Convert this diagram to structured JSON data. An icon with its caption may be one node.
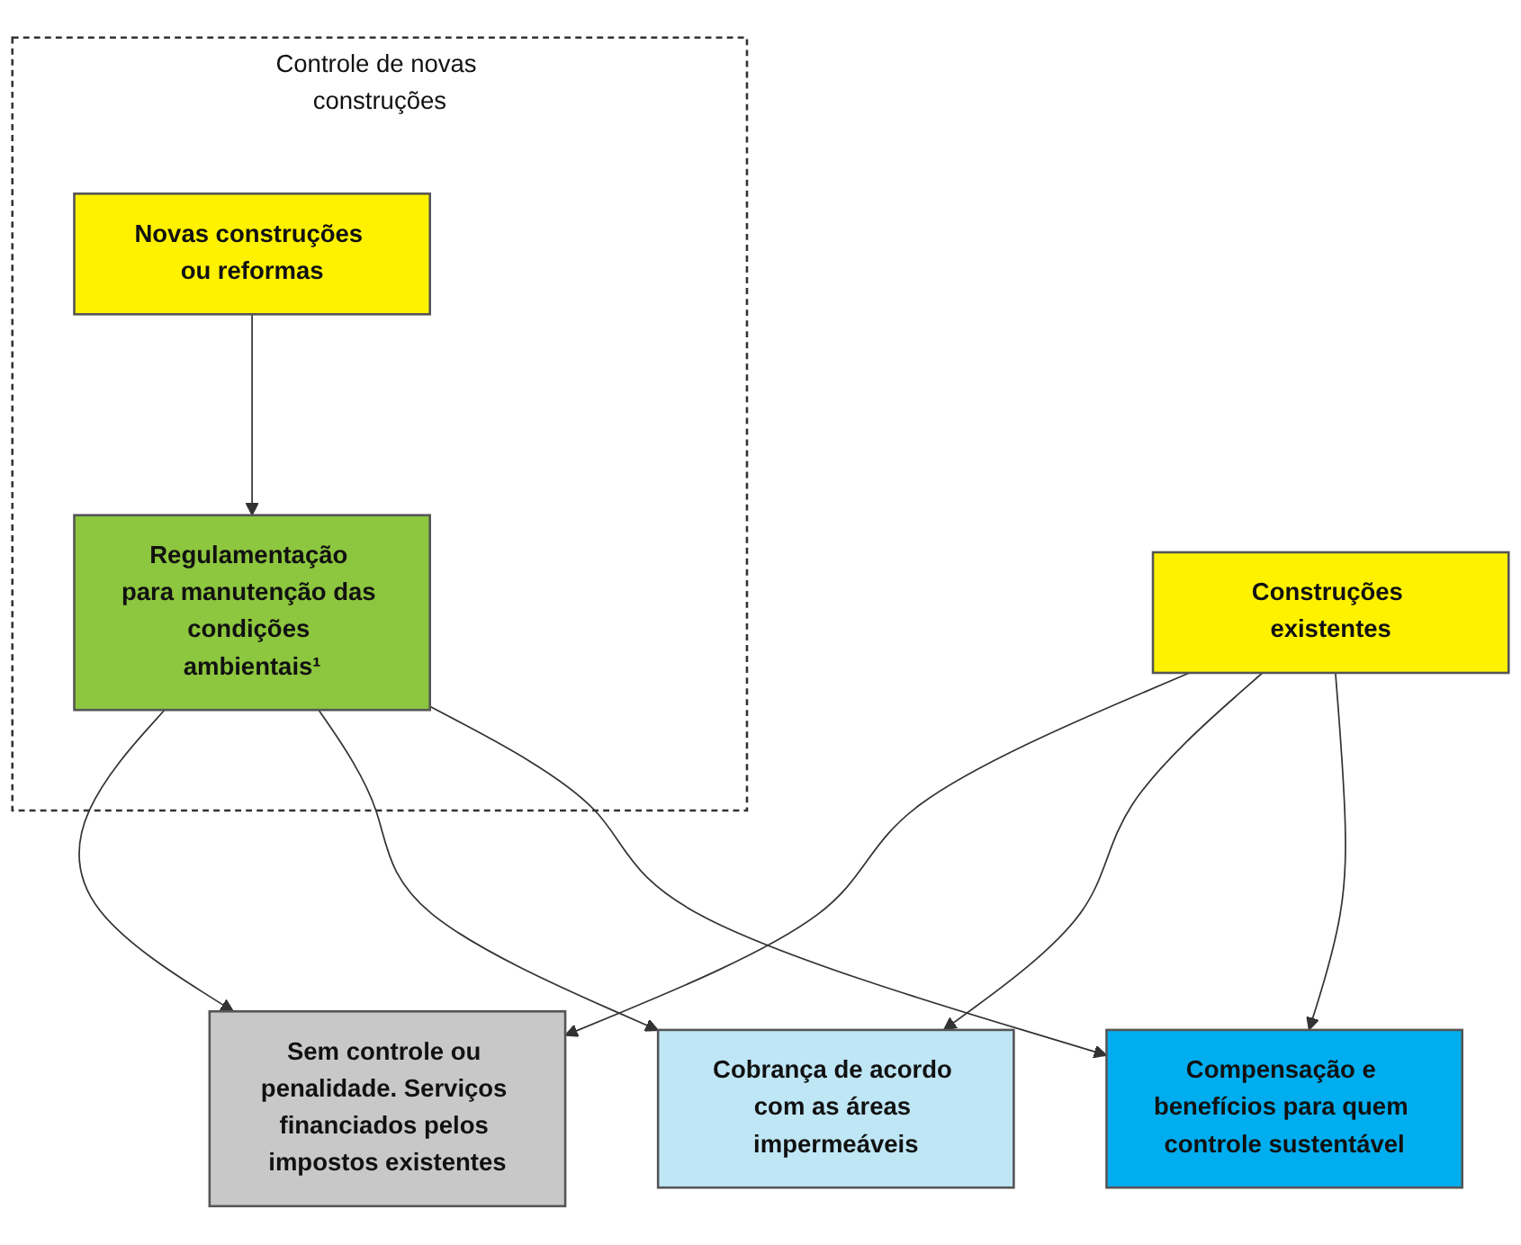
{
  "diagram": {
    "nodes": [
      {
        "text": [
          "Controle de novas construções"
        ]
      },
      {
        "text": [
          "Novas construções ou reformas"
        ],
        "in": 0
      },
      {
        "text": [
          "Regulamentação para manutenção das condições ambientais¹"
        ],
        "in": 0
      },
      {
        "text": [
          "Construções existentes"
        ]
      },
      {
        "text": [
          "Sem controle ou penalidade. Serviços financiados pelos impostos existentes"
        ]
      },
      {
        "text": [
          "Cobrança de acordo com as áreas impermeáveis"
        ]
      },
      {
        "text": [
          "Compensação e benefícios para quem controle sustentável"
        ]
      }
    ],
    "edges": [
      {
        "from": 1,
        "to": 2,
        "arrow": "to"
      },
      {
        "from": 2,
        "to": 4,
        "arrow": "to"
      },
      {
        "from": 2,
        "to": 5,
        "arrow": "to"
      },
      {
        "from": 2,
        "to": 6,
        "arrow": "to"
      },
      {
        "from": 3,
        "to": 4,
        "arrow": "to"
      },
      {
        "from": 3,
        "to": 5,
        "arrow": "to"
      },
      {
        "from": 3,
        "to": 6,
        "arrow": "to"
      }
    ]
  }
}
